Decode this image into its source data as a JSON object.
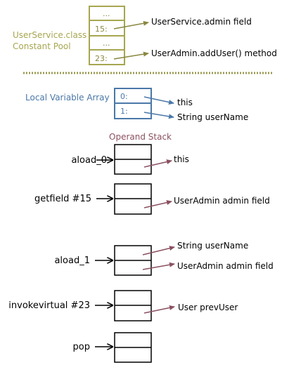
{
  "constant_pool": {
    "label_line1": "UserService.class",
    "label_line2": "Constant Pool",
    "cells": [
      "...",
      "15:",
      "...",
      "23:"
    ],
    "targets": [
      "UserService.admin field",
      "UserAdmin.addUser() method"
    ]
  },
  "local_variable_array": {
    "label": "Local Variable Array",
    "cells": [
      "0:",
      "1:"
    ],
    "targets": [
      "this",
      "String userName"
    ]
  },
  "operand_stack": {
    "label": "Operand Stack",
    "steps": [
      {
        "instruction": "aload_0",
        "targets": [
          "this"
        ]
      },
      {
        "instruction": "getfield #15",
        "targets": [
          "UserAdmin admin field"
        ]
      },
      {
        "instruction": "aload_1",
        "targets": [
          "String userName",
          "UserAdmin admin field"
        ]
      },
      {
        "instruction": "invokevirtual #23",
        "targets": [
          "User prevUser"
        ]
      },
      {
        "instruction": "pop",
        "targets": []
      }
    ]
  },
  "colors": {
    "constant_pool": "#a7a650",
    "local_variable": "#4a78a8",
    "operand_stack": "#8a5060",
    "divider": "#9a9850"
  }
}
